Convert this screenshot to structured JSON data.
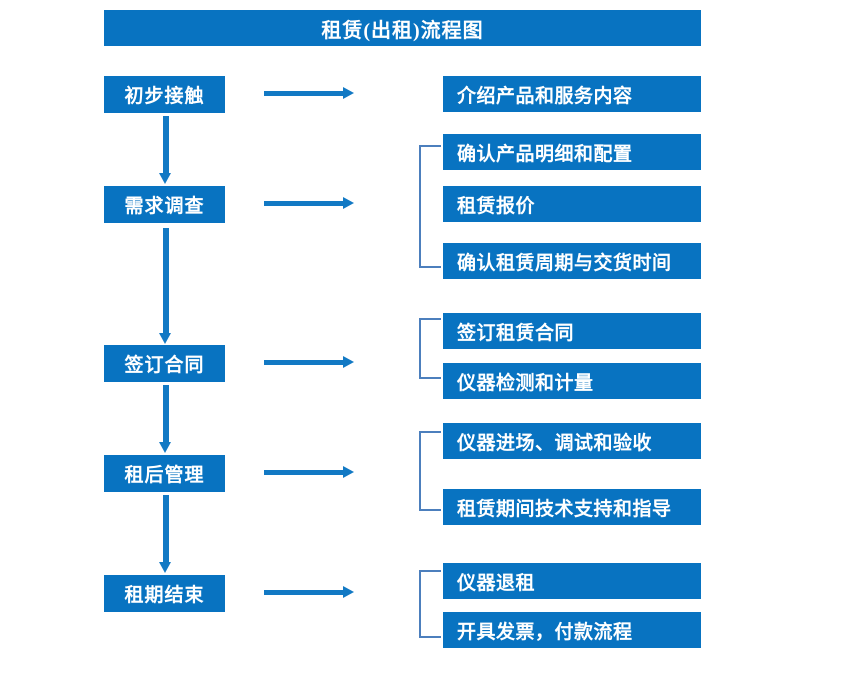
{
  "diagram": {
    "title": "租赁(出租)流程图",
    "colors": {
      "box_fill": "#0873c1",
      "box_text": "#ffffff",
      "arrow": "#1279c4",
      "bracket": "#4c7fbd",
      "background": "#ffffff"
    },
    "stages": [
      {
        "label": "初步接触"
      },
      {
        "label": "需求调查"
      },
      {
        "label": "签订合同"
      },
      {
        "label": "租后管理"
      },
      {
        "label": "租期结束"
      }
    ],
    "details": [
      {
        "label": "介绍产品和服务内容"
      },
      {
        "label": "确认产品明细和配置"
      },
      {
        "label": "租赁报价"
      },
      {
        "label": "确认租赁周期与交货时间"
      },
      {
        "label": "签订租赁合同"
      },
      {
        "label": "仪器检测和计量"
      },
      {
        "label": "仪器进场、调试和验收"
      },
      {
        "label": "租赁期间技术支持和指导"
      },
      {
        "label": "仪器退租"
      },
      {
        "label": "开具发票，付款流程"
      }
    ]
  }
}
